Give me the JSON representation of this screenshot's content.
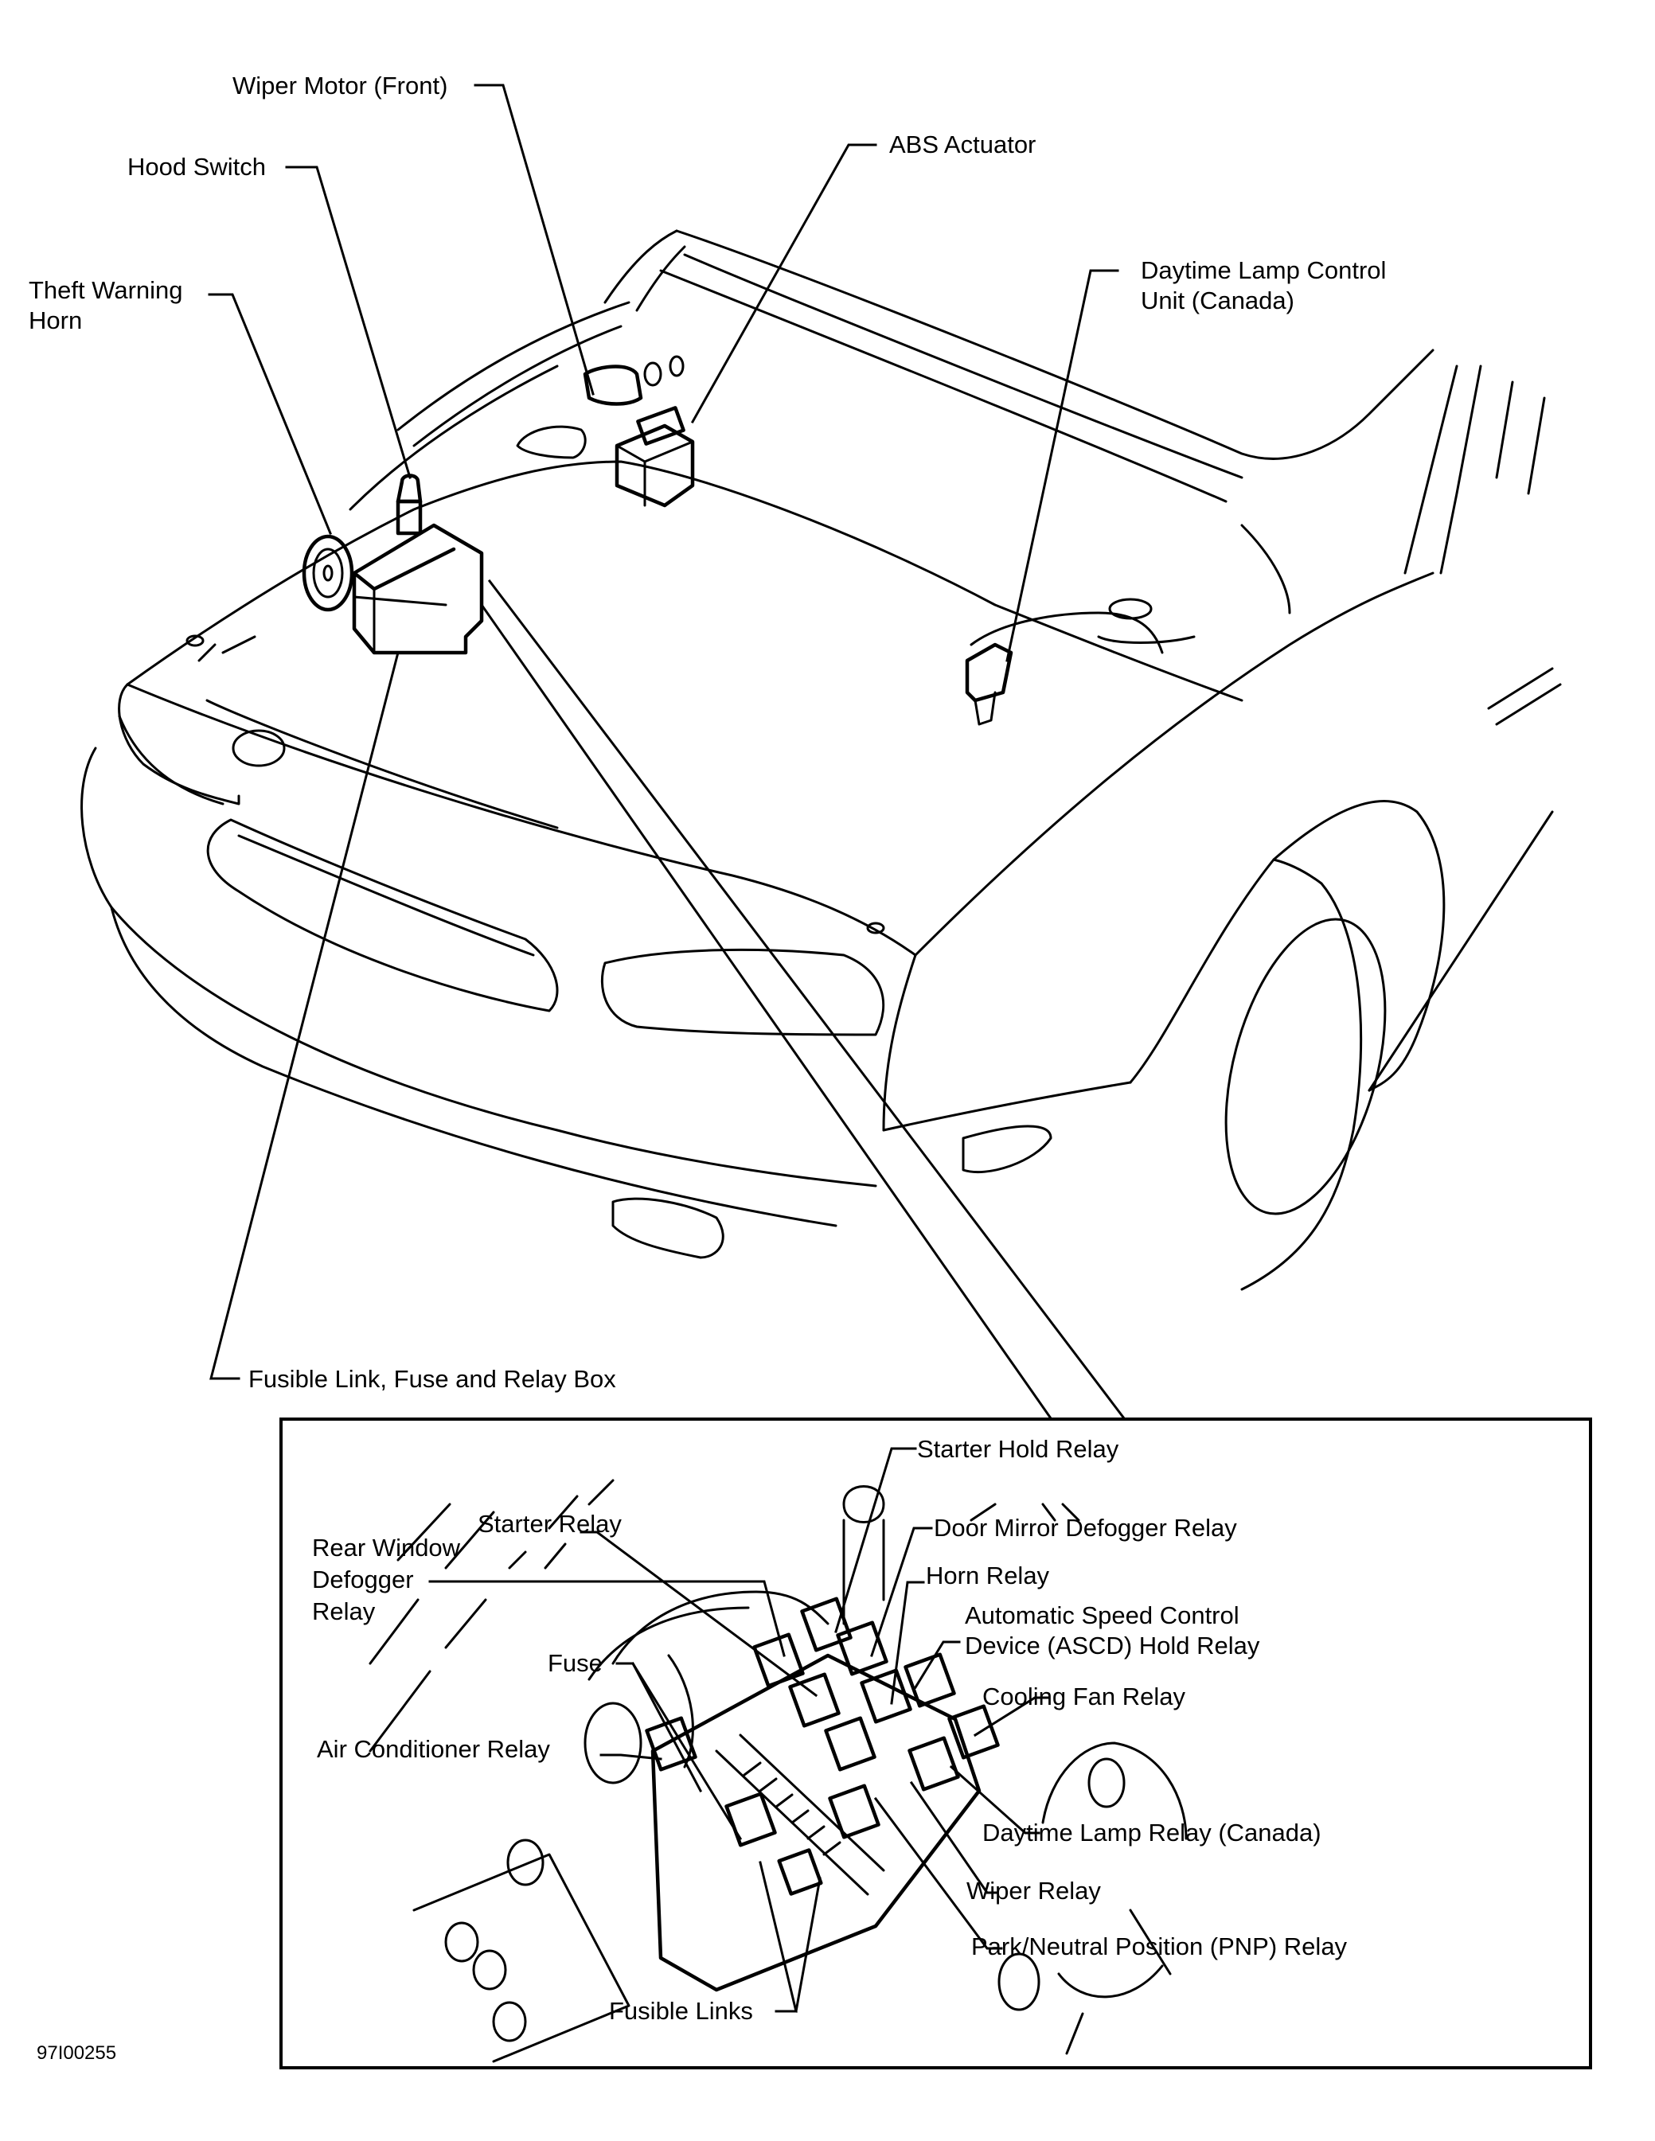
{
  "figure_code": "97I00255",
  "main_view": {
    "labels": {
      "wiper_motor": "Wiper Motor (Front)",
      "abs_actuator": "ABS Actuator",
      "hood_switch": "Hood Switch",
      "daytime_lamp_control_line1": "Daytime Lamp Control",
      "daytime_lamp_control_line2": "Unit (Canada)",
      "theft_warning_line1": "Theft Warning",
      "theft_warning_line2": "Horn",
      "relay_box": "Fusible Link, Fuse and Relay Box"
    }
  },
  "inset_view": {
    "labels": {
      "starter_hold_relay": "Starter Hold Relay",
      "starter_relay": "Starter Relay",
      "door_mirror_defogger_relay": "Door Mirror Defogger Relay",
      "rear_window_line1": "Rear Window",
      "rear_window_line2": "Defogger",
      "rear_window_line3": "Relay",
      "horn_relay": "Horn Relay",
      "ascd_line1": "Automatic Speed Control",
      "ascd_line2": "Device (ASCD) Hold Relay",
      "fuse": "Fuse",
      "cooling_fan_relay": "Cooling Fan Relay",
      "air_conditioner_relay": "Air Conditioner Relay",
      "daytime_lamp_relay": "Daytime Lamp Relay (Canada)",
      "wiper_relay": "Wiper Relay",
      "pnp_relay": "Park/Neutral Position (PNP) Relay",
      "fusible_links": "Fusible Links"
    }
  }
}
